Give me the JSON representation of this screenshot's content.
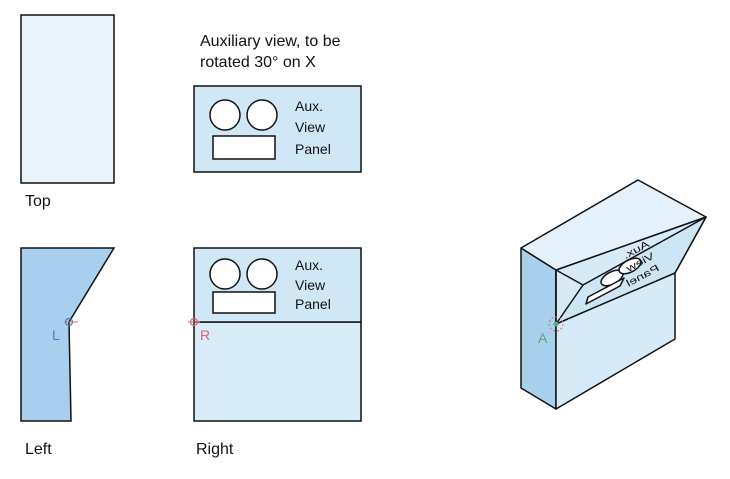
{
  "labels": {
    "top": "Top",
    "left": "Left",
    "right": "Right"
  },
  "note": {
    "line1": "Auxiliary view, to be",
    "line2": "rotated 30° on X"
  },
  "panel": {
    "line1": "Aux.",
    "line2": "View",
    "line3": "Panel"
  },
  "markers": {
    "left": "L",
    "right": "R",
    "iso": "A"
  },
  "colors": {
    "light_face": "#e3f0f9",
    "medium_face": "#cde6f5",
    "dark_face": "#a9d1ee",
    "outline": "#111111",
    "marker_left": "#3f7fc6",
    "marker_right": "#e0676f",
    "marker_iso": "#55aa77"
  }
}
